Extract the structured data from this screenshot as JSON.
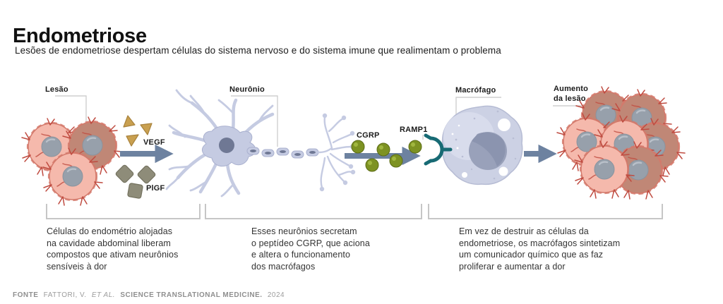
{
  "header": {
    "title": "Endometriose",
    "subtitle": "Lesões de endometriose despertam células do sistema nervoso e do sistema imune que realimentam o problema"
  },
  "diagram": {
    "labels": {
      "lesion": "Lesão",
      "neuron": "Neurônio",
      "macrophage": "Macrófago",
      "enlarged_lesion": "Aumento\nda lesão",
      "vegf": "VEGF",
      "plgf": "PlGF",
      "cgrp": "CGRP",
      "ramp1": "RAMP1"
    },
    "colors": {
      "arrow": "#6d82a0",
      "cell_pink": "#f5b9ac",
      "cell_dark": "#c08776",
      "cell_outline": "#d4796b",
      "nucleus_gray": "#97a0ab",
      "neuron_lavender": "#c5cbe2",
      "cgrp_green": "#7d9222",
      "receptor_teal": "#176a74",
      "vegf_gold": "#c9a050",
      "plgf_taupe": "#8e8c79",
      "macrophage_fill": "#ccd1e4",
      "macrophage_nucleus": "#99a1ba",
      "bracket_gray": "#c6c6c6"
    }
  },
  "captions": [
    "Células do endométrio alojadas\nna cavidade abdominal liberam\ncompostos que ativam neurônios\nsensíveis à dor",
    "Esses neurônios secretam\no peptídeo CGRP, que aciona\ne altera o funcionamento\ndos macrófagos",
    "Em vez de destruir as células da\nendometriose, os macrófagos sintetizam\num comunicador químico que as faz\nproliferar e aumentar a dor"
  ],
  "footer": {
    "source_label": "FONTE",
    "citation_authors": "FATTORI, V.",
    "citation_etal": "ET AL.",
    "citation_journal": "SCIENCE TRANSLATIONAL MEDICINE.",
    "citation_year": "2024"
  }
}
